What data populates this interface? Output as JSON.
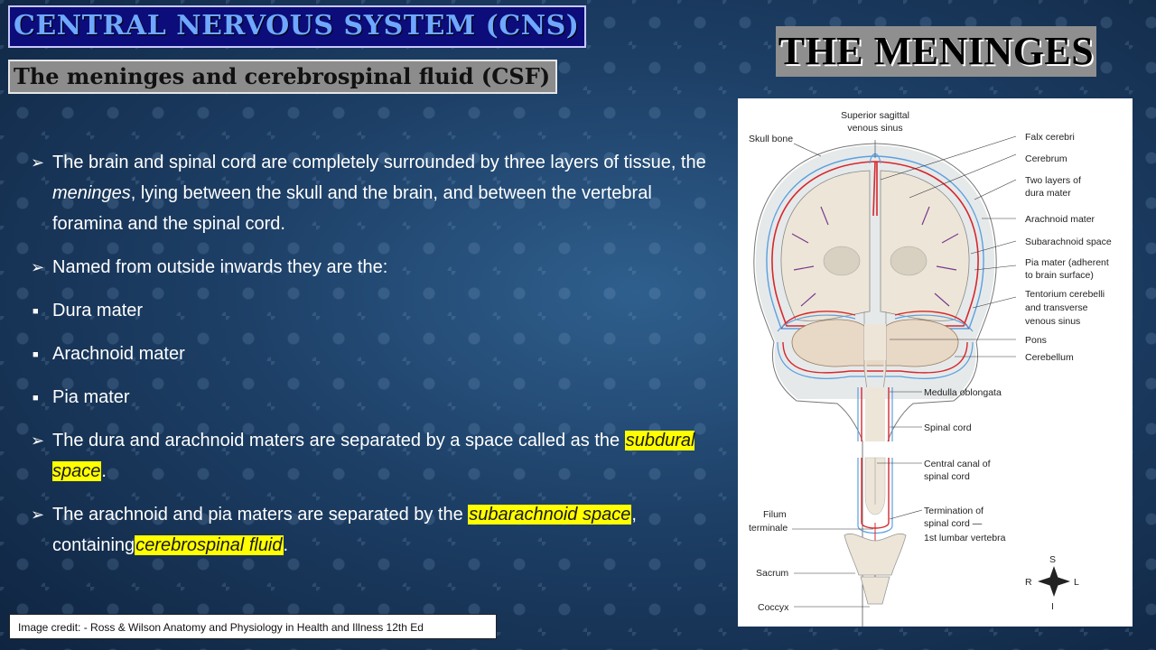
{
  "header": {
    "title": "CENTRAL NERVOUS SYSTEM (CNS)",
    "subtitle": "The meninges and cerebrospinal fluid (CSF)"
  },
  "figure_title": "THE MENINGES",
  "content": {
    "p1": {
      "a": "The brain and spinal cord are completely surrounded by three layers of tissue, the ",
      "b": "meninges",
      "c": ",  lying between the skull and the brain, and between the vertebral foramina and the spinal cord."
    },
    "p2": "Named from outside inwards they are the:",
    "layers": [
      "Dura mater",
      "Arachnoid mater",
      "Pia mater"
    ],
    "p3": {
      "a": "The dura and arachnoid maters are separated by a space called as the ",
      "hl": "subdural space",
      "c": "."
    },
    "p4": {
      "a": "The arachnoid and pia maters are separated by the ",
      "hl1": "subarachnoid space",
      "b": ", containing",
      "hl2": "cerebrospinal fluid",
      "c": "."
    }
  },
  "diagram": {
    "labels": {
      "superior_sagittal": [
        "Superior sagittal",
        "venous sinus"
      ],
      "skull_bone": "Skull bone",
      "falx_cerebri": "Falx cerebri",
      "cerebrum": "Cerebrum",
      "two_layers": [
        "Two layers of",
        "dura mater"
      ],
      "arachnoid": "Arachnoid mater",
      "subarachnoid": "Subarachnoid space",
      "pia": [
        "Pia mater (adherent",
        "to brain surface)"
      ],
      "tentorium": [
        "Tentorium cerebelli",
        "and transverse",
        "venous sinus"
      ],
      "pons": "Pons",
      "cerebellum": "Cerebellum",
      "medulla": "Medulla oblongata",
      "spinal_cord": "Spinal cord",
      "central_canal": [
        "Central canal of",
        "spinal cord"
      ],
      "termination": [
        "Termination of",
        "spinal cord —",
        "1st lumbar vertebra"
      ],
      "filum": [
        "Filum",
        "terminale"
      ],
      "sacrum": "Sacrum",
      "coccyx": "Coccyx"
    },
    "compass": {
      "s": "S",
      "r": "R",
      "l": "L",
      "i": "I"
    },
    "colors": {
      "dura": "#d6282d",
      "arachnoid": "#5aa0e0",
      "brain": "#ede6d8",
      "pia": "#7a3a8c"
    }
  },
  "credit": "Image credit: - Ross & Wilson  Anatomy and Physiology  in Health and Illness 12th Ed"
}
